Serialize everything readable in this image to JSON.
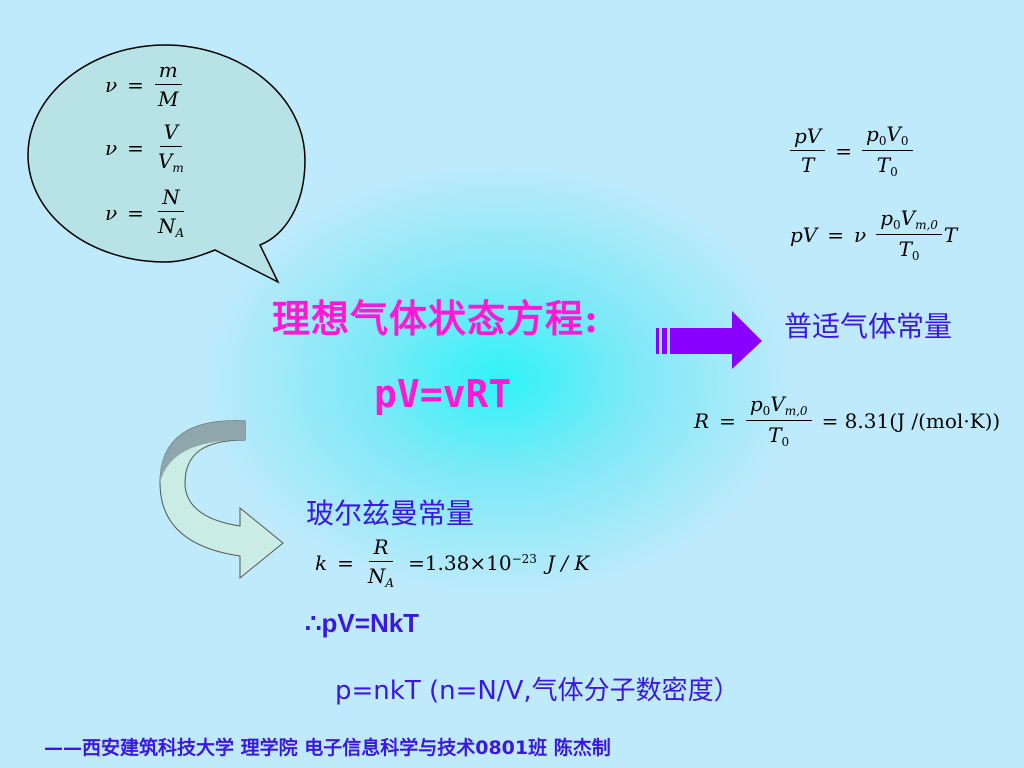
{
  "bubble": {
    "f1": {
      "lhs": "ν",
      "eq": "=",
      "num": "m",
      "den": "M"
    },
    "f2": {
      "lhs": "ν",
      "eq": "=",
      "num": "V",
      "den_main": "V",
      "den_sub": "m"
    },
    "f3": {
      "lhs": "ν",
      "eq": "=",
      "num": "N",
      "den_main": "N",
      "den_sub": "A"
    }
  },
  "title": "理想气体状态方程:",
  "main_equation": "pV=vRT",
  "right_top": {
    "eq1": {
      "num_l": "pV",
      "den_l": "T",
      "eq": "=",
      "num_r_p": "p",
      "num_r_p_sub": "0",
      "num_r_v": "V",
      "num_r_v_sub": "0",
      "den_r": "T",
      "den_r_sub": "0"
    },
    "eq2": {
      "lhs": "pV",
      "eq": "=",
      "nu": "ν",
      "num_p": "p",
      "num_p_sub": "0",
      "num_v": "V",
      "num_v_sub": "m,0",
      "den": "T",
      "den_sub": "0",
      "tail": "T"
    }
  },
  "gas_constant": {
    "label": "普适气体常量",
    "lhs": "R",
    "eq": "=",
    "num_p": "p",
    "num_p_sub": "0",
    "num_v": "V",
    "num_v_sub": "m,0",
    "den": "T",
    "den_sub": "0",
    "value": "= 8.31(J /(mol·K))"
  },
  "boltzmann": {
    "label": "玻尔兹曼常量",
    "lhs": "k",
    "eq": "=",
    "num": "R",
    "den": "N",
    "den_sub": "A",
    "value": "=1.38×10",
    "exp": "−23",
    "unit": "J / K"
  },
  "pv_nkt": "∴pV=NkT",
  "p_nkt": "p=nkT (n=N/V,气体分子数密度）",
  "footer": "——西安建筑科技大学 理学院 电子信息科学与技术0801班  陈杰制",
  "colors": {
    "pink": "#ff19d5",
    "blue": "#3a18e0",
    "arrow": "#8a00ff",
    "bubble": "#b8e3e6"
  }
}
